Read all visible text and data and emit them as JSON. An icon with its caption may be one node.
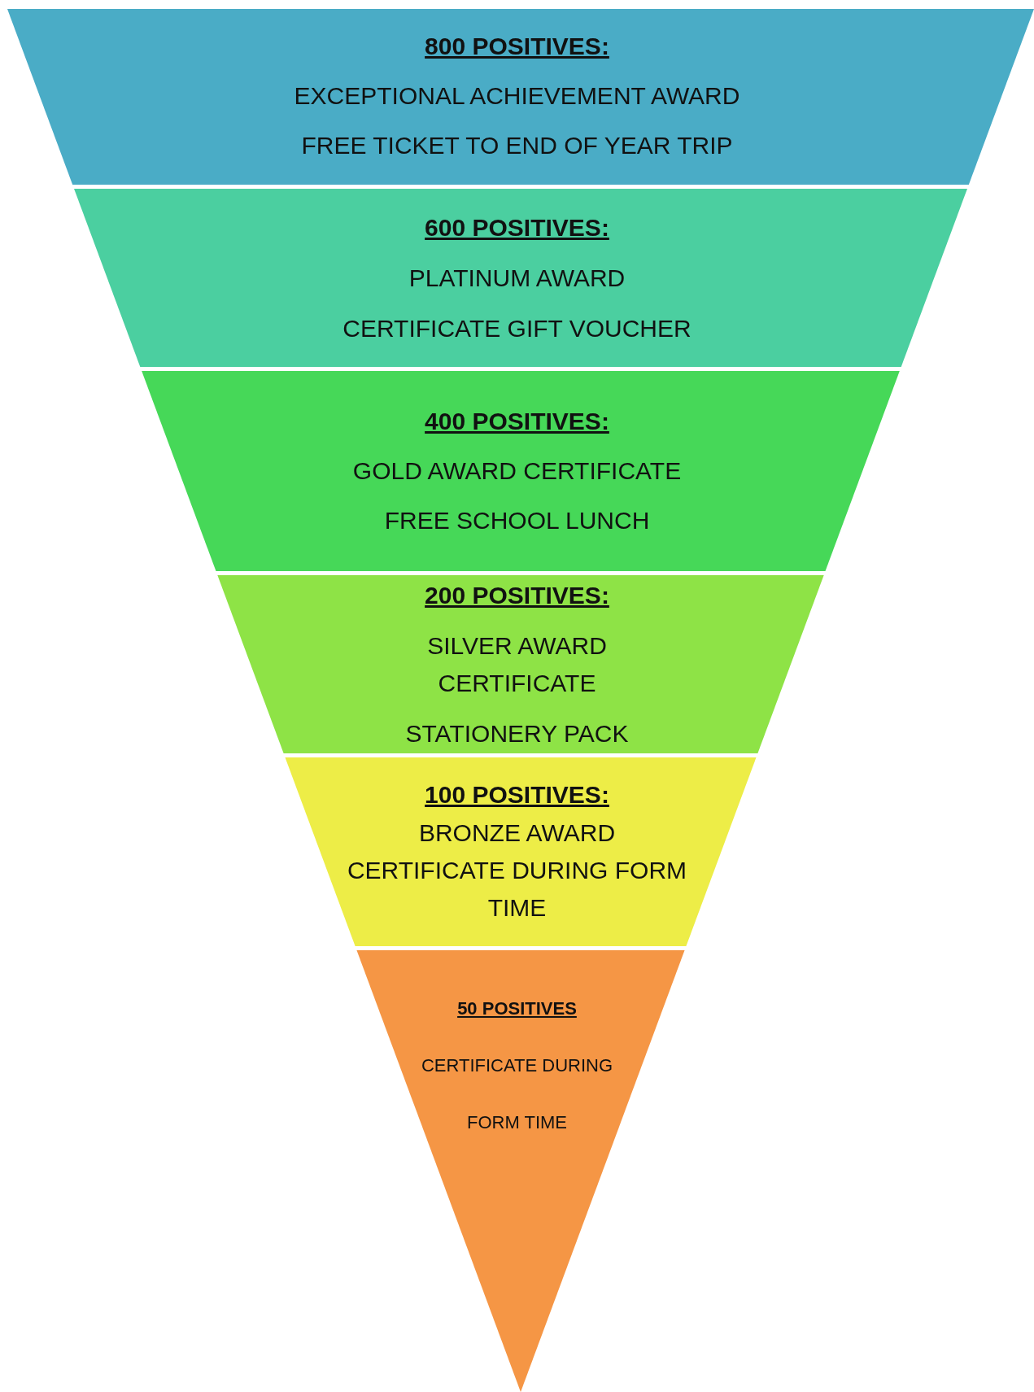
{
  "diagram": {
    "nodes": [
      {
        "text": [
          "800 POSITIVES:",
          "EXCEPTIONAL ACHIEVEMENT AWARD",
          "FREE TICKET TO END OF YEAR TRIP"
        ]
      },
      {
        "text": [
          "600 POSITIVES:",
          "PLATINUM AWARD",
          "CERTIFICATE GIFT VOUCHER"
        ]
      },
      {
        "text": [
          "400 POSITIVES:",
          "GOLD AWARD CERTIFICATE",
          "FREE SCHOOL LUNCH"
        ]
      },
      {
        "text": [
          "200 POSITIVES:",
          "SILVER AWARD CERTIFICATE",
          "STATIONERY PACK"
        ]
      },
      {
        "text": [
          "100 POSITIVES:",
          "BRONZE AWARD CERTIFICATE DURING FORM TIME"
        ]
      },
      {
        "text": [
          "50 POSITIVES",
          "CERTIFICATE DURING",
          "FORM TIME"
        ]
      }
    ]
  }
}
